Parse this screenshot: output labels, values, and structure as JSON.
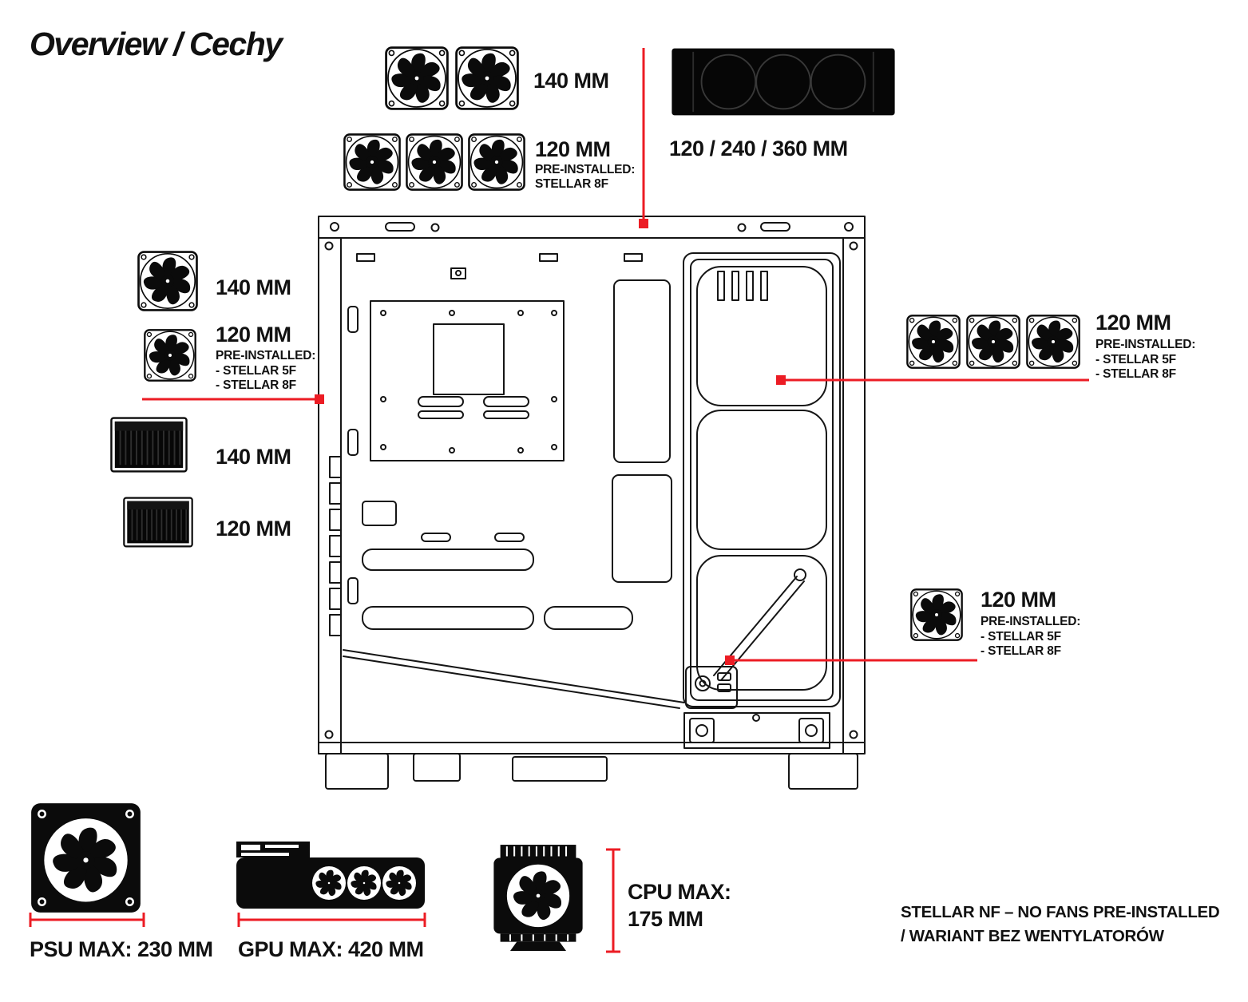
{
  "title": "Overview / Cechy",
  "colors": {
    "accent_red": "#ec1c24",
    "ink": "#0b0b0b"
  },
  "icons": {
    "fan": "fan-icon",
    "radiator_360": "radiator-360-icon",
    "radiator_small": "radiator-icon",
    "psu": "psu-fan-icon",
    "gpu": "gpu-card-icon",
    "cpu": "cpu-cooler-icon",
    "case": "case-side-diagram"
  },
  "top": {
    "fans_140": {
      "label": "140 MM"
    },
    "fans_120": {
      "label": "120 MM",
      "line1": "PRE-INSTALLED:",
      "line2": "STELLAR 8F"
    },
    "radiator": {
      "label": "120 / 240 / 360 MM"
    }
  },
  "left": {
    "fan_140": {
      "label": "140 MM"
    },
    "fan_120": {
      "label": "120 MM",
      "line1": "PRE-INSTALLED:",
      "line2": "- STELLAR 5F",
      "line3": "- STELLAR 8F"
    },
    "radiator_140": {
      "label": "140 MM"
    },
    "radiator_120": {
      "label": "120 MM"
    }
  },
  "right": {
    "front_fans": {
      "label": "120 MM",
      "line1": "PRE-INSTALLED:",
      "line2": "- STELLAR 5F",
      "line3": "- STELLAR 8F"
    },
    "rear_fan": {
      "label": "120 MM",
      "line1": "PRE-INSTALLED:",
      "line2": "- STELLAR 5F",
      "line3": "- STELLAR 8F"
    }
  },
  "clearances": {
    "psu": "PSU MAX: 230 MM",
    "gpu": "GPU MAX: 420 MM",
    "cpu_line1": "CPU MAX:",
    "cpu_line2": "175 MM"
  },
  "footnote": {
    "line1": "STELLAR NF – NO FANS PRE-INSTALLED",
    "line2": "/ WARIANT BEZ WENTYLATORÓW"
  }
}
